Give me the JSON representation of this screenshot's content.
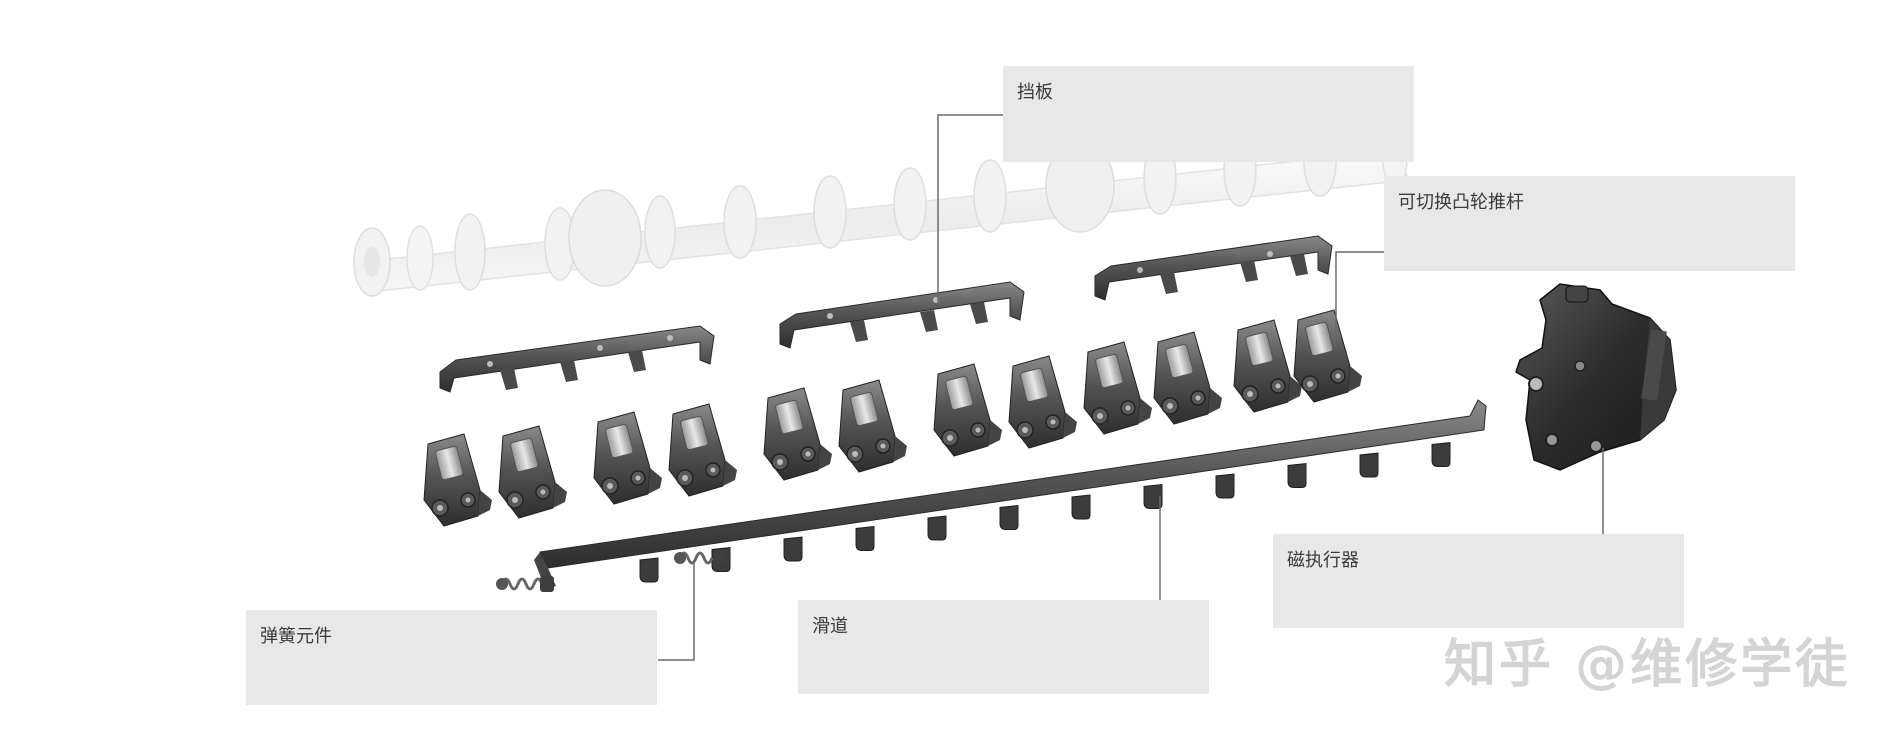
{
  "labels": {
    "baffle": "挡板",
    "switchable_cam_follower": "可切换凸轮推杆",
    "magnetic_actuator": "磁执行器",
    "slide_rail": "滑道",
    "spring_element": "弹簧元件"
  },
  "watermark": "知乎 @维修学徒",
  "colors": {
    "label_bg": "#e8e8e8",
    "leader_line": "#6a6a6a",
    "metal_dark": "#3c3c3c",
    "metal_mid": "#6e6e6e",
    "metal_light": "#a8a8a8",
    "camshaft_ghost": "#eeeeee"
  }
}
